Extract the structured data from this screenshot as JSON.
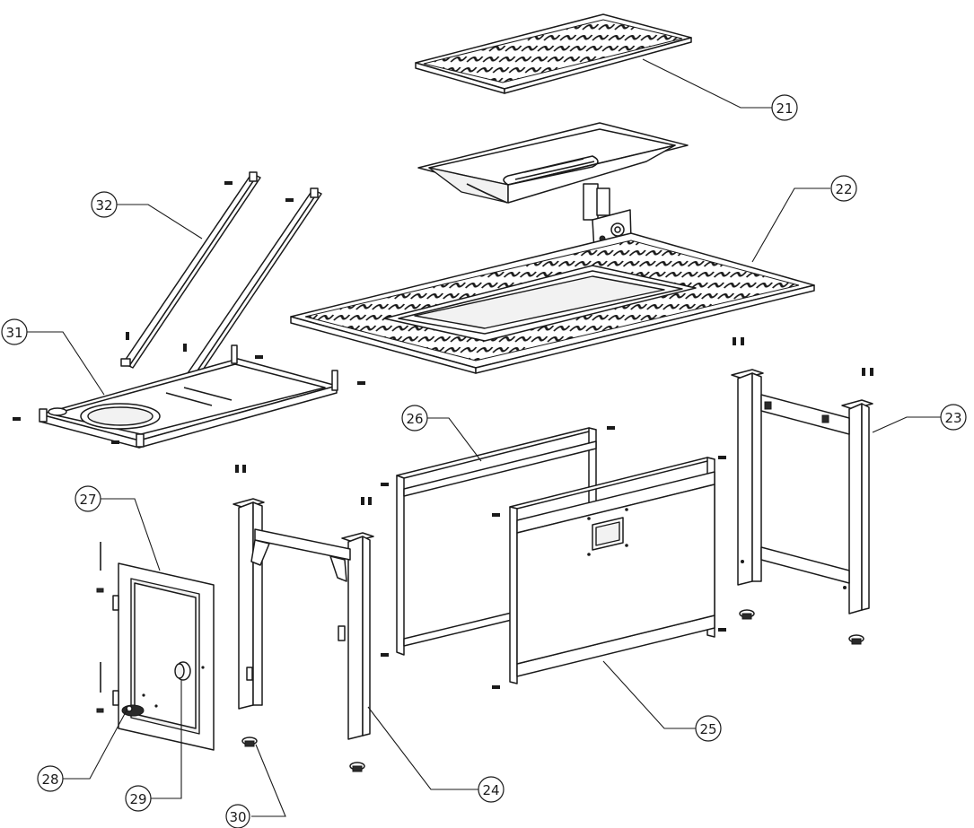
{
  "callouts": [
    {
      "label": "21"
    },
    {
      "label": "22"
    },
    {
      "label": "23"
    },
    {
      "label": "24"
    },
    {
      "label": "25"
    },
    {
      "label": "26"
    },
    {
      "label": "27"
    },
    {
      "label": "28"
    },
    {
      "label": "29"
    },
    {
      "label": "30"
    },
    {
      "label": "31"
    },
    {
      "label": "32"
    }
  ]
}
